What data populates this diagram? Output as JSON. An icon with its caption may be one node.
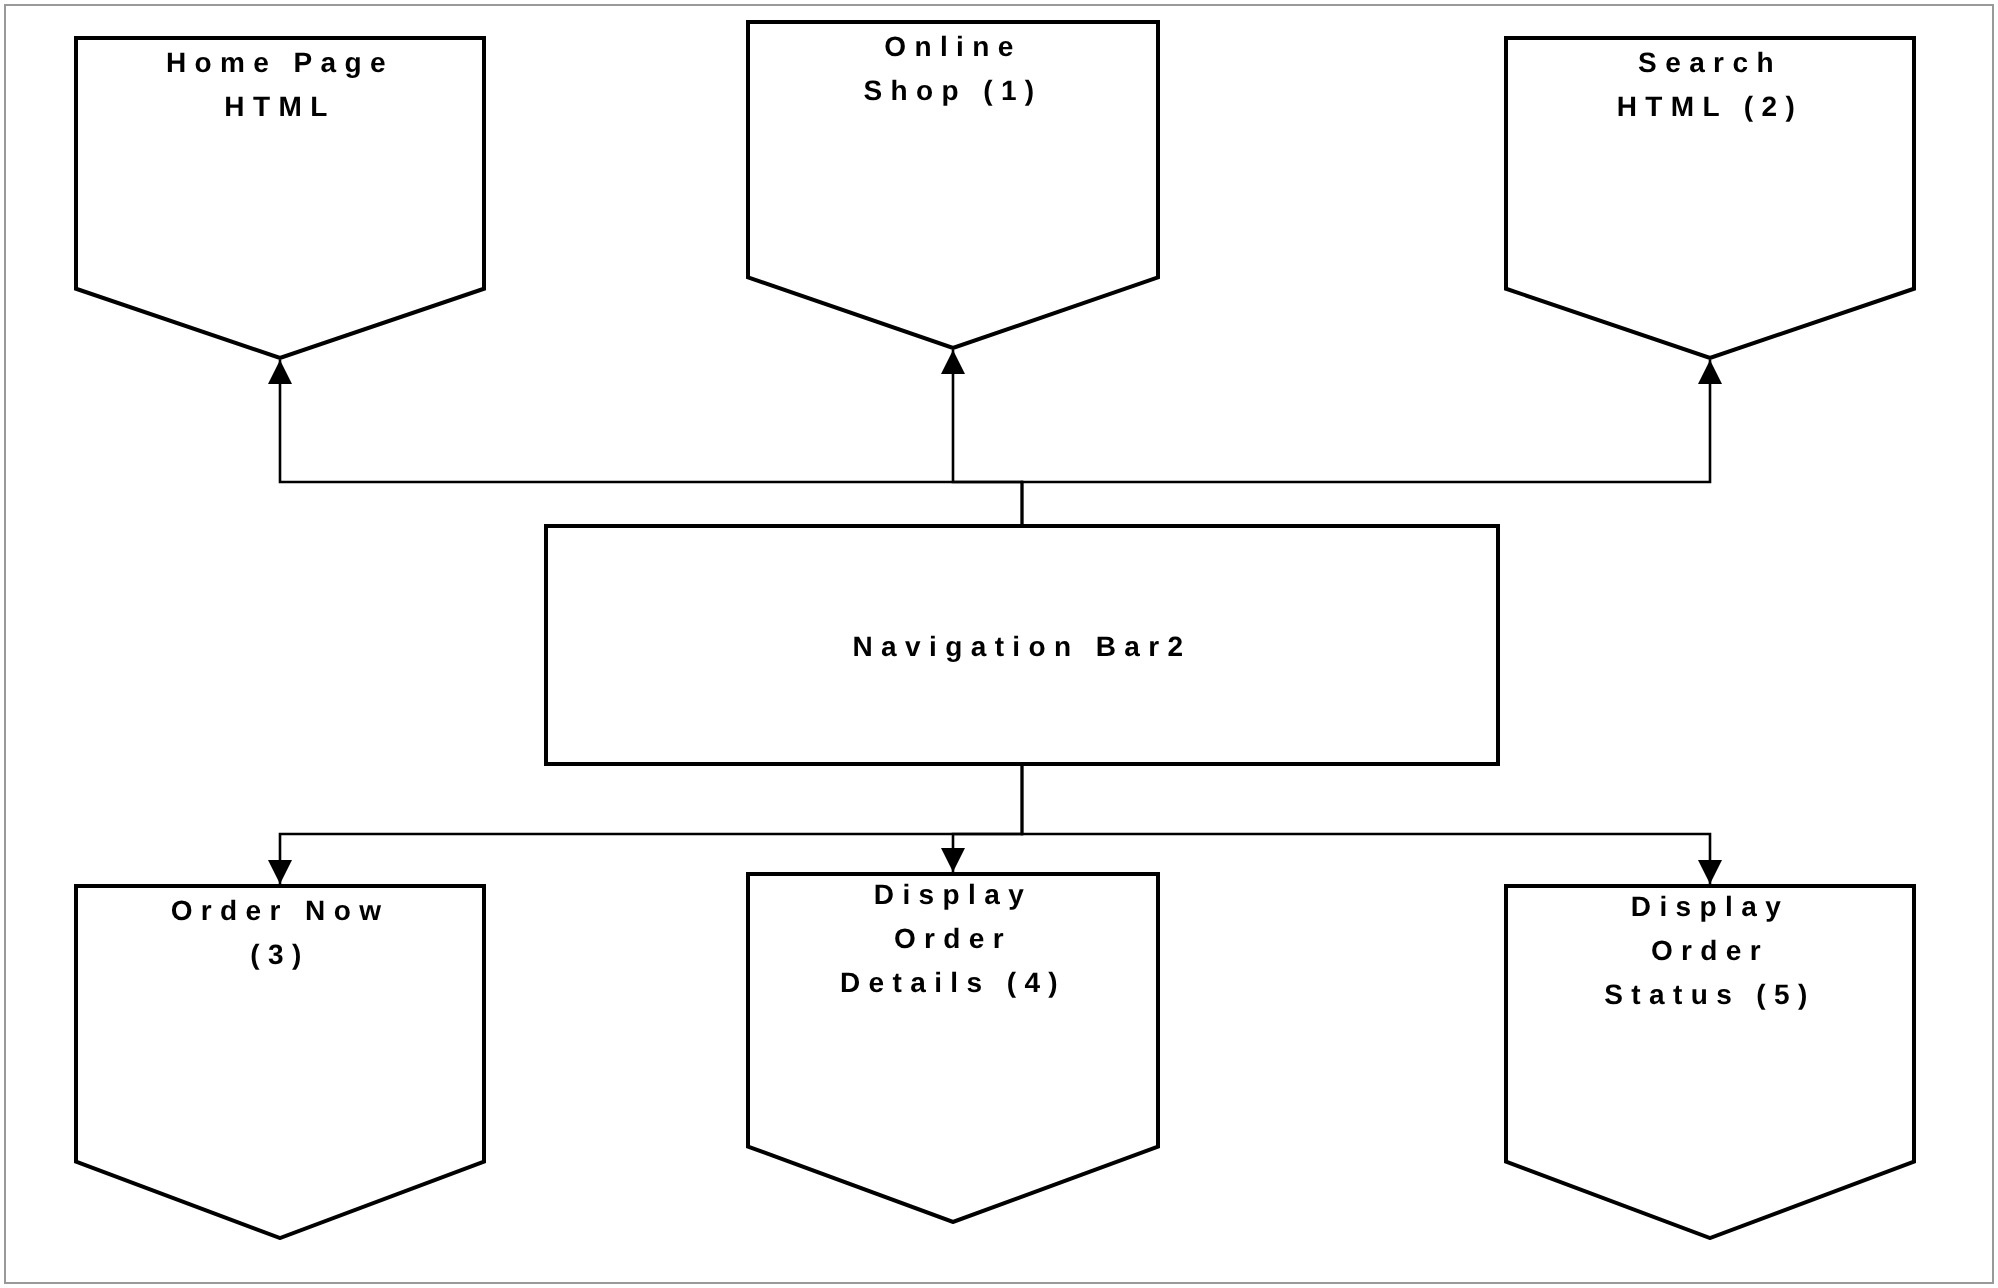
{
  "diagram": {
    "nodes": [
      {
        "text": [
          "Home Page HTML"
        ]
      },
      {
        "text": [
          "Online Shop (1)"
        ]
      },
      {
        "text": [
          "Search HTML (2)"
        ]
      },
      {
        "text": [
          "Navigation Bar2"
        ]
      },
      {
        "text": [
          "Order Now (3)"
        ]
      },
      {
        "text": [
          "Display Order Details (4)"
        ]
      },
      {
        "text": [
          "Display Order Status (5)"
        ]
      }
    ],
    "edges": [
      {
        "from": 3,
        "to": 0,
        "arrow": "to"
      },
      {
        "from": 3,
        "to": 1,
        "arrow": "to"
      },
      {
        "from": 3,
        "to": 2,
        "arrow": "to"
      },
      {
        "from": 3,
        "to": 4,
        "arrow": "to"
      },
      {
        "from": 3,
        "to": 5,
        "arrow": "to"
      },
      {
        "from": 3,
        "to": 6,
        "arrow": "to"
      }
    ]
  }
}
